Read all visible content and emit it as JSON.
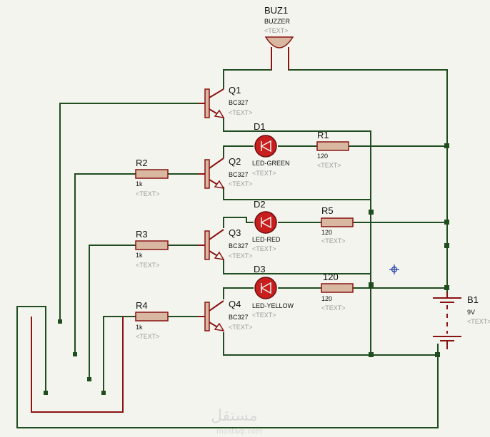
{
  "buzzer": {
    "ref": "BUZ1",
    "value": "BUZZER",
    "text": "<TEXT>"
  },
  "transistors": [
    {
      "ref": "Q1",
      "value": "BC327",
      "text": "<TEXT>"
    },
    {
      "ref": "Q2",
      "value": "BC327",
      "text": "<TEXT>"
    },
    {
      "ref": "Q3",
      "value": "BC327",
      "text": "<TEXT>"
    },
    {
      "ref": "Q4",
      "value": "BC327",
      "text": "<TEXT>"
    }
  ],
  "leds": [
    {
      "ref": "D1",
      "value": "LED-GREEN",
      "text": "<TEXT>"
    },
    {
      "ref": "D2",
      "value": "LED-RED",
      "text": "<TEXT>"
    },
    {
      "ref": "D3",
      "value": "LED-YELLOW",
      "text": "<TEXT>"
    }
  ],
  "led_resistors": [
    {
      "ref": "R1",
      "value": "120",
      "text": "<TEXT>"
    },
    {
      "ref": "R5",
      "value": "120",
      "text": "<TEXT>"
    },
    {
      "ref": "120",
      "value": "120",
      "text": "<TEXT>"
    }
  ],
  "base_resistors": [
    {
      "ref": "R2",
      "value": "1k",
      "text": "<TEXT>"
    },
    {
      "ref": "R3",
      "value": "1k",
      "text": "<TEXT>"
    },
    {
      "ref": "R4",
      "value": "1k",
      "text": "<TEXT>"
    }
  ],
  "battery": {
    "ref": "B1",
    "value": "9V",
    "text": "<TEXT>"
  },
  "watermark": {
    "arabic": "مستقل",
    "latin": "mostaql.com"
  },
  "colors": {
    "wire": "#1f4d1f",
    "component": "#8a1414",
    "led": "#c81e1e",
    "background": "#f4f4ee"
  }
}
